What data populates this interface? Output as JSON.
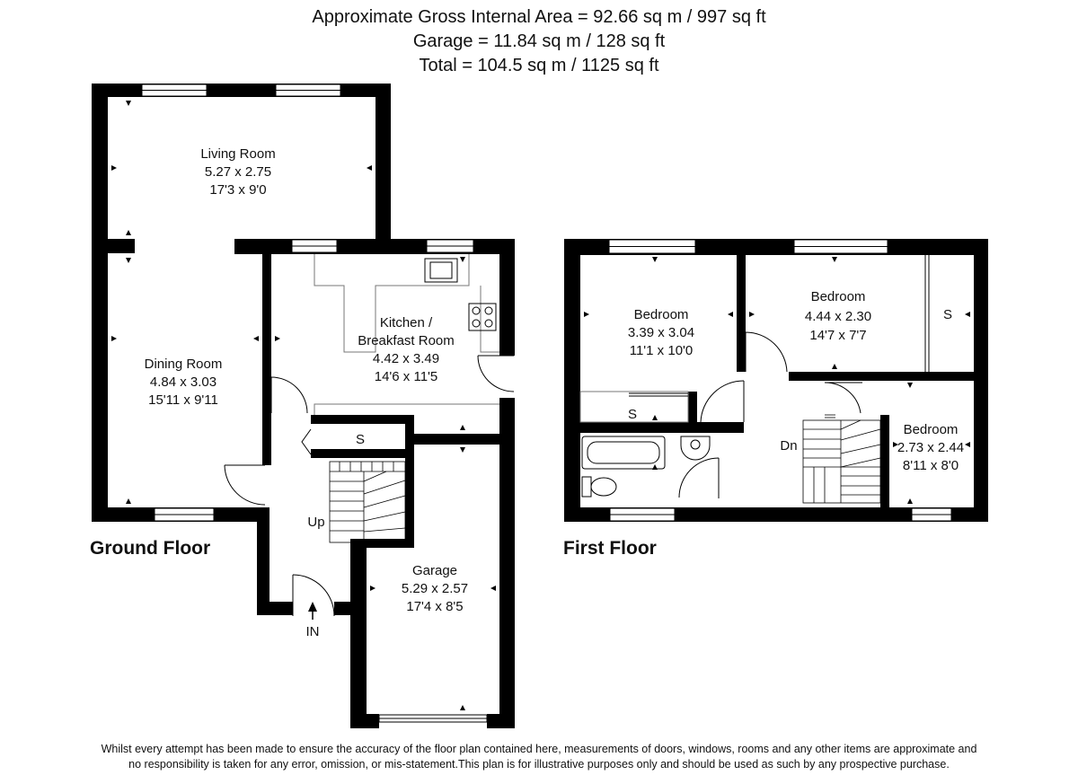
{
  "header": {
    "line1": "Approximate Gross Internal Area = 92.66 sq m / 997 sq ft",
    "line2": "Garage = 11.84 sq m / 128 sq ft",
    "line3": "Total = 104.5 sq m / 1125 sq ft"
  },
  "ground_floor": {
    "title": "Ground Floor",
    "living_room": {
      "name": "Living Room",
      "metric": "5.27 x 2.75",
      "imperial": "17'3 x 9'0"
    },
    "dining_room": {
      "name": "Dining Room",
      "metric": "4.84 x 3.03",
      "imperial": "15'11 x 9'11"
    },
    "kitchen": {
      "name_line1": "Kitchen /",
      "name_line2": "Breakfast Room",
      "metric": "4.42 x 3.49",
      "imperial": "14'6 x 11'5"
    },
    "garage": {
      "name": "Garage",
      "metric": "5.29 x 2.57",
      "imperial": "17'4 x 8'5"
    },
    "storage_label": "S",
    "stairs_label": "Up",
    "entrance_label": "IN"
  },
  "first_floor": {
    "title": "First Floor",
    "bedroom1": {
      "name": "Bedroom",
      "metric": "3.39 x 3.04",
      "imperial": "11'1 x 10'0"
    },
    "bedroom2": {
      "name": "Bedroom",
      "metric": "4.44 x 2.30",
      "imperial": "14'7 x 7'7"
    },
    "bedroom3": {
      "name": "Bedroom",
      "metric": "2.73 x 2.44",
      "imperial": "8'11 x 8'0"
    },
    "storage1_label": "S",
    "storage2_label": "S",
    "stairs_label": "Dn"
  },
  "disclaimer": {
    "line1": "Whilst every attempt has been made to ensure the accuracy of the floor plan contained here, measurements of doors, windows, rooms and any other items are approximate and",
    "line2": "no responsibility is taken for any error, omission, or mis-statement.This plan is for illustrative purposes only and should be used as such by any prospective purchase."
  }
}
